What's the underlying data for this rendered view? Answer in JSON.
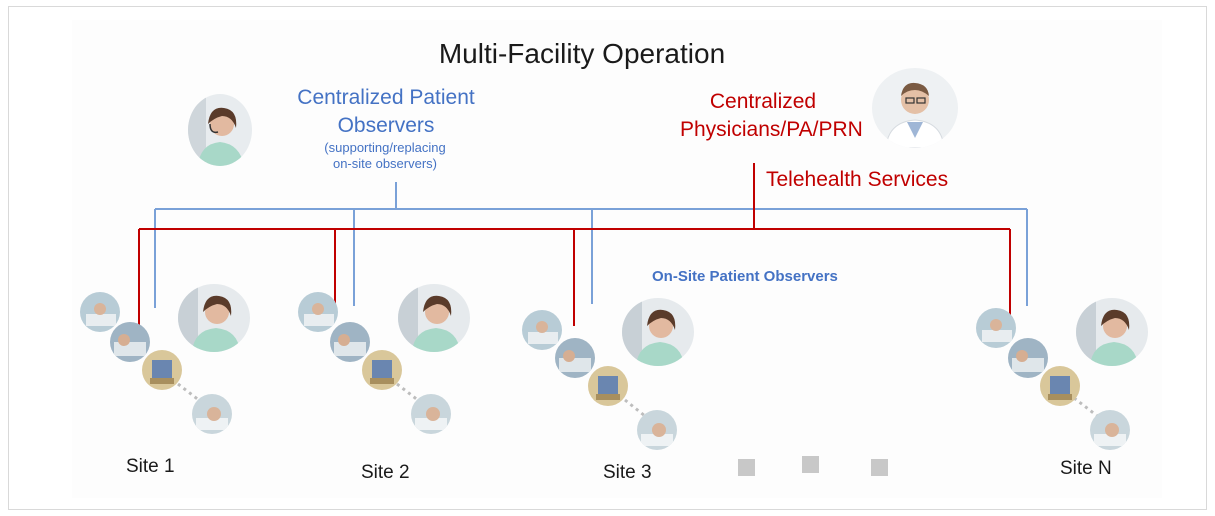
{
  "title": "Multi-Facility Operation",
  "central_observers": {
    "label_lines": [
      "Centralized Patient",
      "Observers"
    ],
    "note_lines": [
      "(supporting/replacing",
      "on-site observers)"
    ],
    "color": "#4472c4"
  },
  "central_physicians": {
    "label_lines": [
      "Centralized",
      "Physicians/PA/PRN"
    ],
    "color": "#c00000"
  },
  "telehealth_label": "Telehealth Services",
  "onsite_label": "On-Site Patient Observers",
  "sites": [
    {
      "label": "Site 1"
    },
    {
      "label": "Site 2"
    },
    {
      "label": "Site 3"
    },
    {
      "label": "Site N"
    }
  ],
  "ellipsis_squares": 3,
  "icons": {
    "observer": "nurse-headset-photo",
    "physician": "doctor-photo",
    "patient": "patient-photo",
    "equipment": "bedside-equipment-photo"
  }
}
